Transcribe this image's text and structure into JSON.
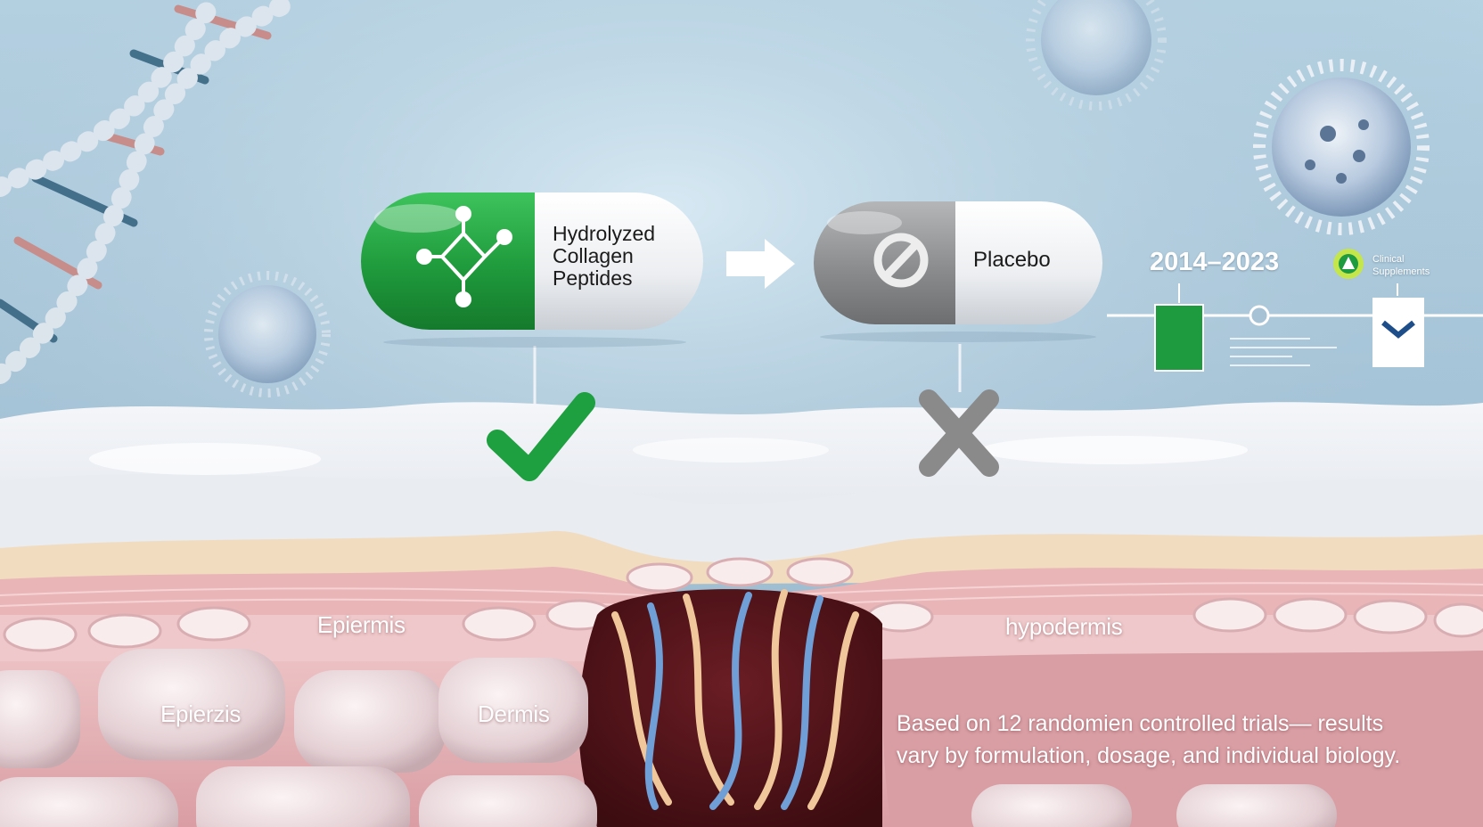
{
  "pills": {
    "active_label_line1": "Hydrolyzed",
    "active_label_line2": "Collagen",
    "active_label_line3": "Peptides",
    "placebo_label": "Placebo"
  },
  "timeline": {
    "years": "2014–2023",
    "badge_line1": "Clinical",
    "badge_line2": "Supplements"
  },
  "layers": {
    "label_upper_left": "Epiermis",
    "label_upper_right": "hypodermis",
    "label_lower_left": "Epierzis",
    "label_lower_mid": "Dermis"
  },
  "footnote": {
    "line1": "Based on 12 randomien controlled trials— results",
    "line2": "vary by formulation, dosage, and individual biology."
  },
  "colors": {
    "accent_green": "#1f9a3c",
    "placebo_gray": "#8a8a8a",
    "skin_pink": "#e8b4b8"
  },
  "icons": {
    "active_pill_icon": "molecule-icon",
    "placebo_pill_icon": "no-symbol-icon",
    "result_active": "check-icon",
    "result_placebo": "x-icon",
    "flow_arrow": "arrow-right-icon"
  }
}
